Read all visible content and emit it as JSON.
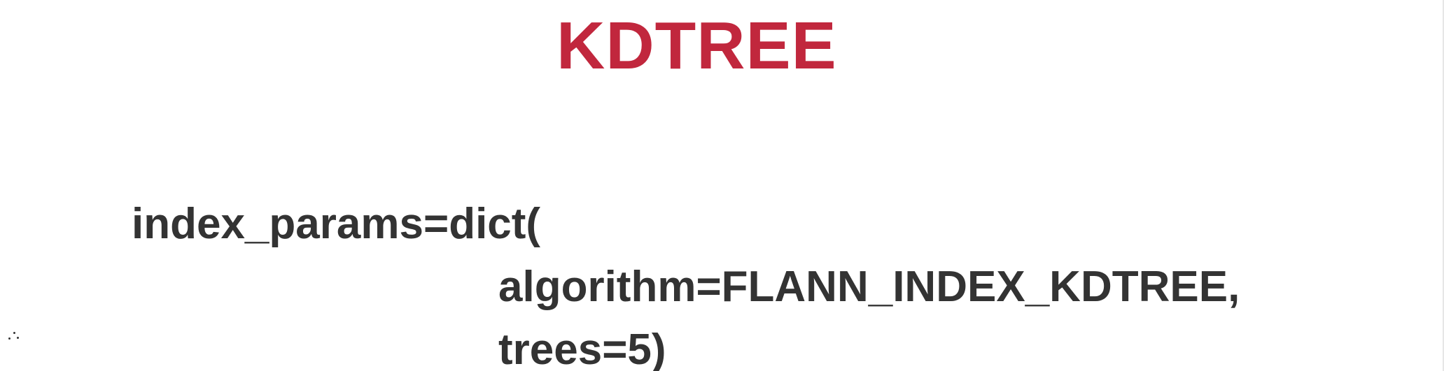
{
  "slide": {
    "title": "KDTREE",
    "title_color": "#c1273d",
    "text_color": "#333333",
    "code_lines": [
      "index_params=dict(",
      "algorithm=FLANN_INDEX_KDTREE,",
      "trees=5)"
    ]
  }
}
